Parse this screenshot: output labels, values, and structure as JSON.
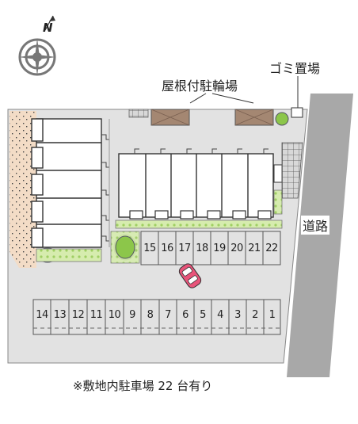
{
  "labels": {
    "north": "N",
    "bicycle_parking": "屋根付駐輪場",
    "garbage": "ゴミ置場",
    "road": "道路",
    "footer_note": "※敷地内駐車場 22 台有り"
  },
  "parking": {
    "bottom_row": [
      "14",
      "13",
      "12",
      "11",
      "10",
      "9",
      "8",
      "7",
      "6",
      "5",
      "4",
      "3",
      "2",
      "1"
    ],
    "top_row": [
      "15",
      "16",
      "17",
      "18",
      "19",
      "20",
      "21",
      "22"
    ]
  },
  "colors": {
    "lot": "#e2e2e2",
    "road": "#a8a8a8",
    "sand": "#f3dcc6",
    "grass": "#cfe6a4",
    "tree": "#8cc64a",
    "bike_roof": "#a48772",
    "building": "#ffffff",
    "car": "#e8547a"
  }
}
